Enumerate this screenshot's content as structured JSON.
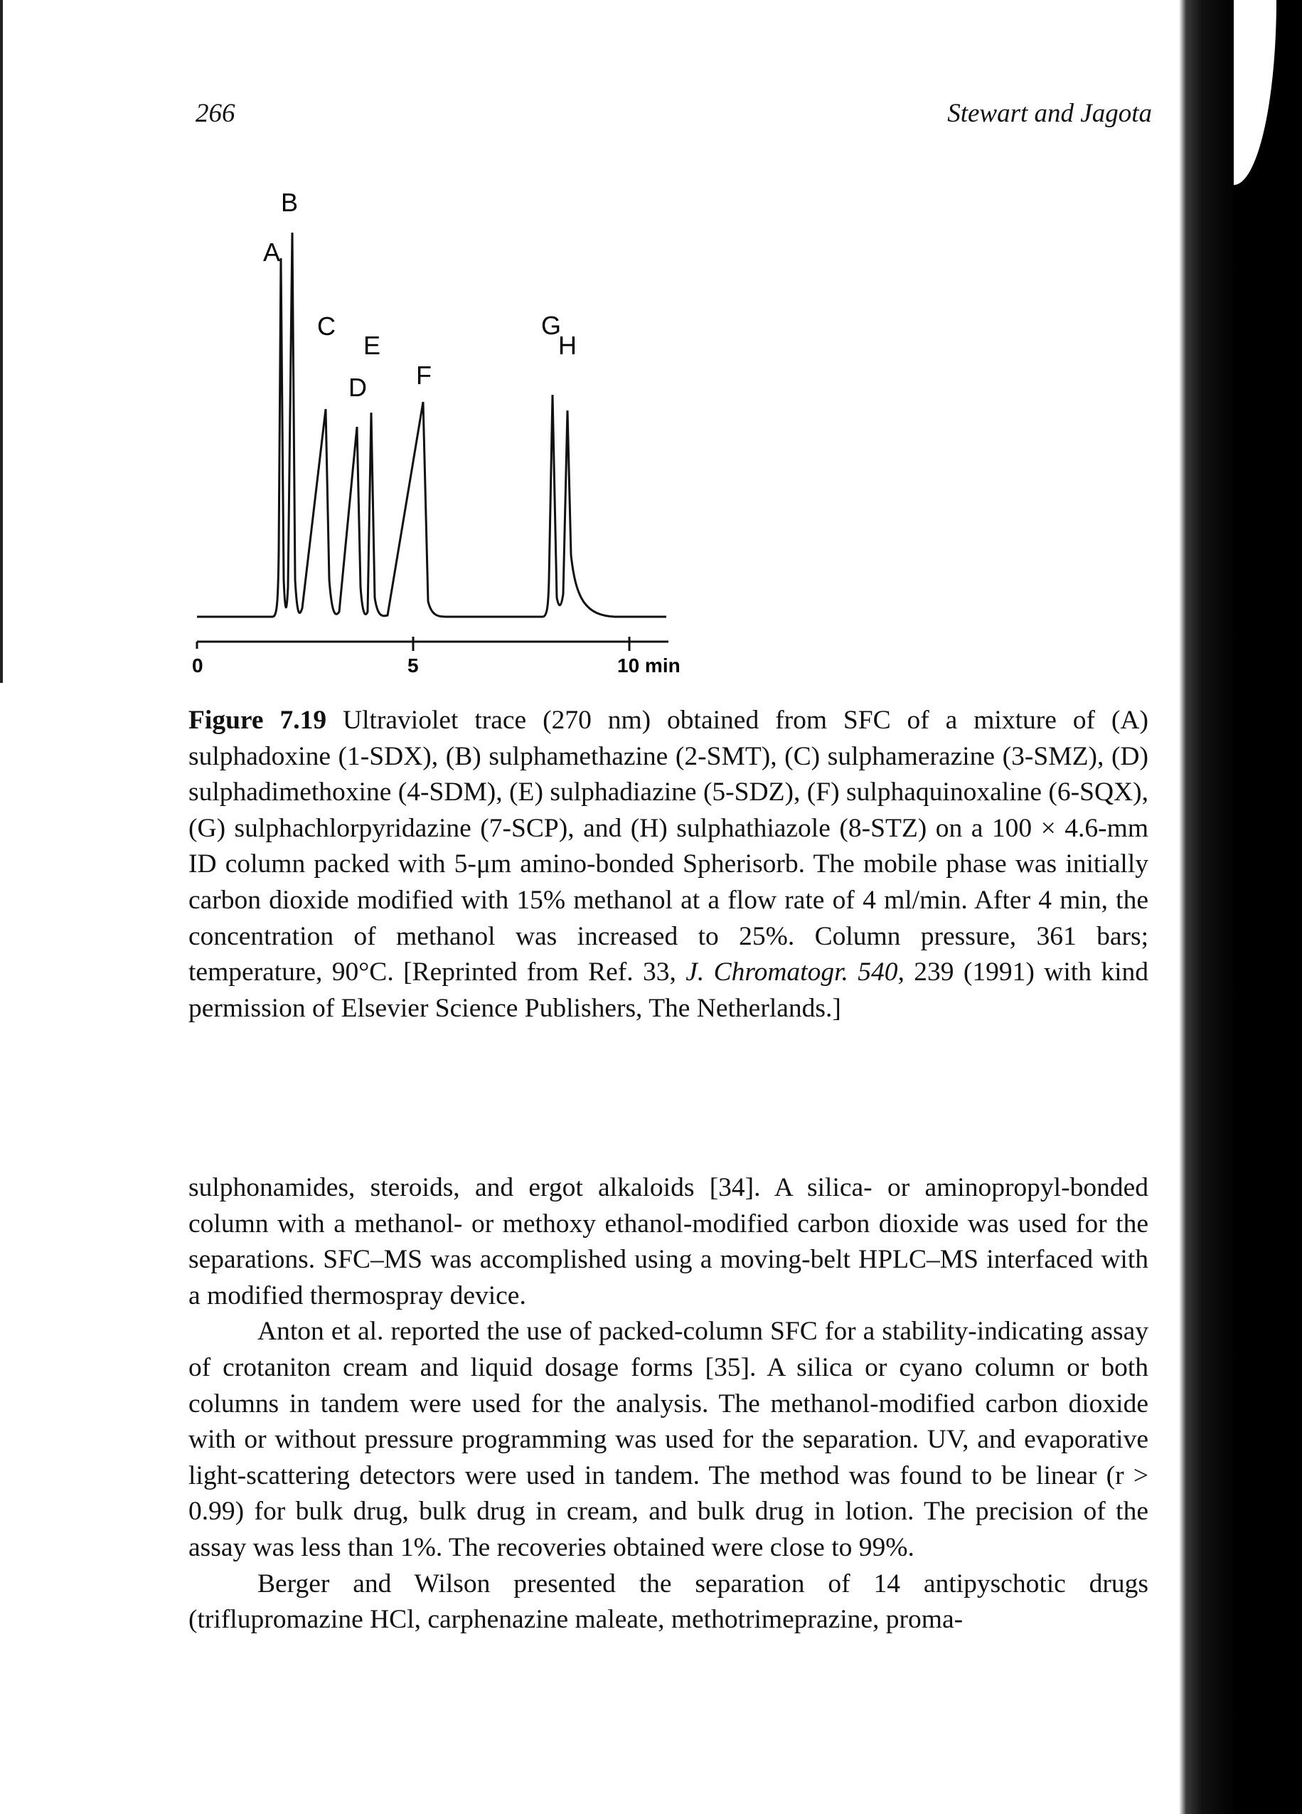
{
  "header": {
    "page_number": "266",
    "running_head": "Stewart and Jagota"
  },
  "figure": {
    "peak_labels": [
      "A",
      "B",
      "C",
      "D",
      "E",
      "F",
      "G",
      "H"
    ],
    "axis_ticks": [
      "0",
      "5",
      "10 min"
    ]
  },
  "caption": {
    "label": "Figure 7.19",
    "text_1": " Ultraviolet trace (270 nm) obtained from SFC of a mixture of (A) sulphadoxine (1-SDX), (B) sulphamethazine (2-SMT), (C) sulphamerazine (3-SMZ), (D) sulphadimethoxine (4-SDM), (E) sulphadiazine (5-SDZ), (F) sulphaquinoxaline (6-SQX), (G) sulphachlorpyridazine (7-SCP), and (H) sulphathiazole (8-STZ) on a 100 × 4.6-mm ID column packed with 5-μm amino-bonded Spherisorb. The mobile phase was initially carbon dioxide modified with 15% methanol at a flow rate of 4 ml/min. After 4 min, the concentration of methanol was increased to 25%. Column pressure, 361 bars; temperature, 90°C. [Reprinted from Ref. 33, ",
    "journal": "J. Chromatogr. 540,",
    "text_2": " 239 (1991) with kind permission of Elsevier Science Publishers, The Netherlands.]"
  },
  "body": {
    "p1": "sulphonamides, steroids, and ergot alkaloids [34]. A silica- or aminopropyl-bonded column with a methanol- or methoxy ethanol-modified carbon dioxide was used for the separations. SFC–MS was accomplished using a moving-belt HPLC–MS interfaced with a modified thermospray device.",
    "p2": "Anton et al. reported the use of packed-column SFC for a stability-indicating assay of crotaniton cream and liquid dosage forms [35]. A silica or cyano column or both columns in tandem were used for the analysis. The methanol-modified carbon dioxide with or without pressure programming was used for the separation. UV, and evaporative light-scattering detectors were used in tandem. The method was found to be linear (r > 0.99) for bulk drug, bulk drug in cream, and bulk drug in lotion. The precision of the assay was less than 1%. The recoveries obtained were close to 99%.",
    "p3": "Berger and Wilson presented the separation of 14 antipyschotic drugs (triflupromazine HCl, carphenazine maleate, methotrimeprazine, proma-"
  }
}
